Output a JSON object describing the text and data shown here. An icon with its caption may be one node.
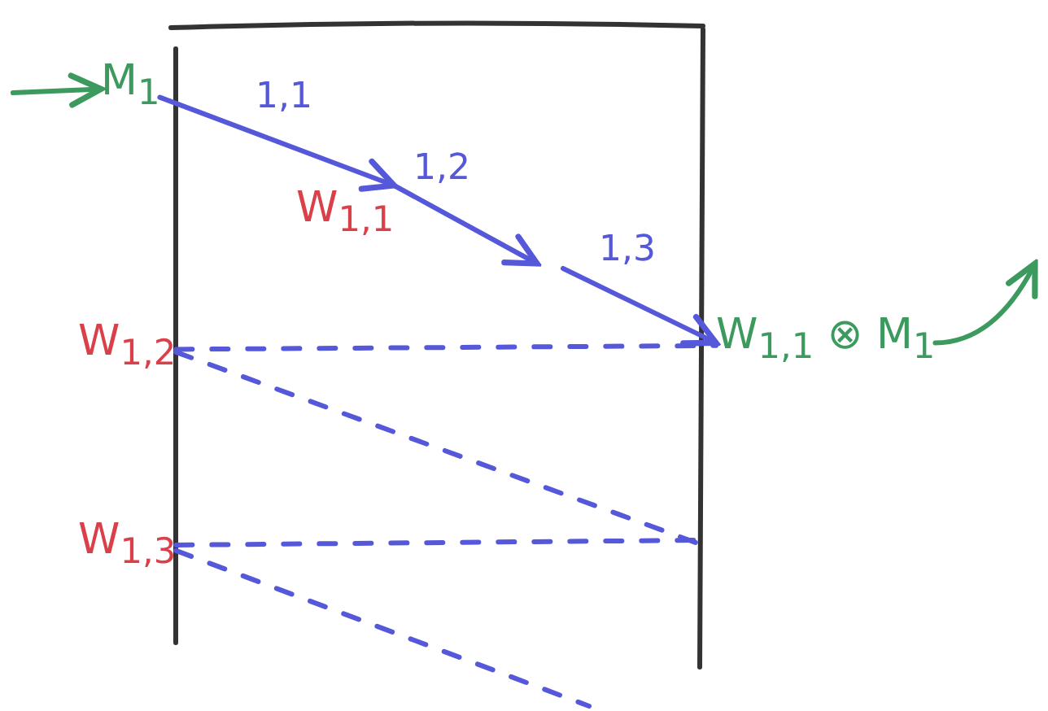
{
  "diagram": {
    "nodes": [
      {
        "text": [
          "M$_{1}$"
        ]
      },
      {
        "text": [
          "W$_{1,1}$"
        ]
      },
      {
        "text": [
          "W$_{1,1}$ ⊗ M$_{1}$"
        ]
      },
      {
        "text": [
          "W$_{1,2}$"
        ]
      },
      {
        "text": [
          "W$_{1,3}$"
        ]
      }
    ],
    "edges": [
      {
        "from": null,
        "to": 0,
        "arrow": "to",
        "color": "#3c9a5e"
      },
      {
        "from": 0,
        "to": 1,
        "arrow": "to",
        "label": "1,1"
      },
      {
        "from": 1,
        "to": null,
        "arrow": "to",
        "label": "1,2"
      },
      {
        "from": null,
        "to": 2,
        "arrow": "to",
        "label": "1,3"
      },
      {
        "from": 2,
        "to": null,
        "arrow": "to",
        "color": "#3c9a5e"
      },
      {
        "from": 3,
        "to": 2,
        "arrow": "none",
        "style": "dashed"
      },
      {
        "from": 3,
        "to": null,
        "arrow": "none",
        "style": "dashed"
      },
      {
        "from": 4,
        "to": null,
        "arrow": "none",
        "style": "dashed"
      },
      {
        "from": 4,
        "to": null,
        "arrow": "none",
        "style": "dashed"
      }
    ]
  }
}
